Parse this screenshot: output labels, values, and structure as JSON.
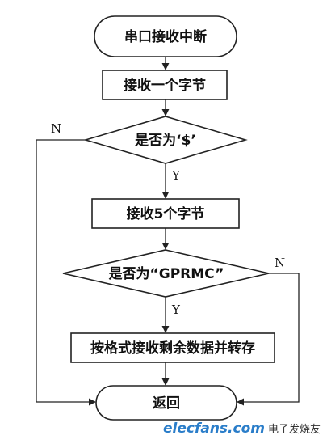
{
  "nodes": {
    "start": "串口接收中断",
    "receive_one_byte": "接收一个字节",
    "is_dollar": "是否为‘$’",
    "receive_five_bytes": "接收5个字节",
    "is_gprmc": "是否为“GPRMC”",
    "process": "按格式接收剩余数据并转存",
    "end": "返回"
  },
  "edge_labels": {
    "dollar_yes": "Y",
    "dollar_no": "N",
    "gprmc_yes": "Y",
    "gprmc_no": "N"
  },
  "watermark": {
    "site": "elecfans.com",
    "cn": "电子发烧友"
  }
}
